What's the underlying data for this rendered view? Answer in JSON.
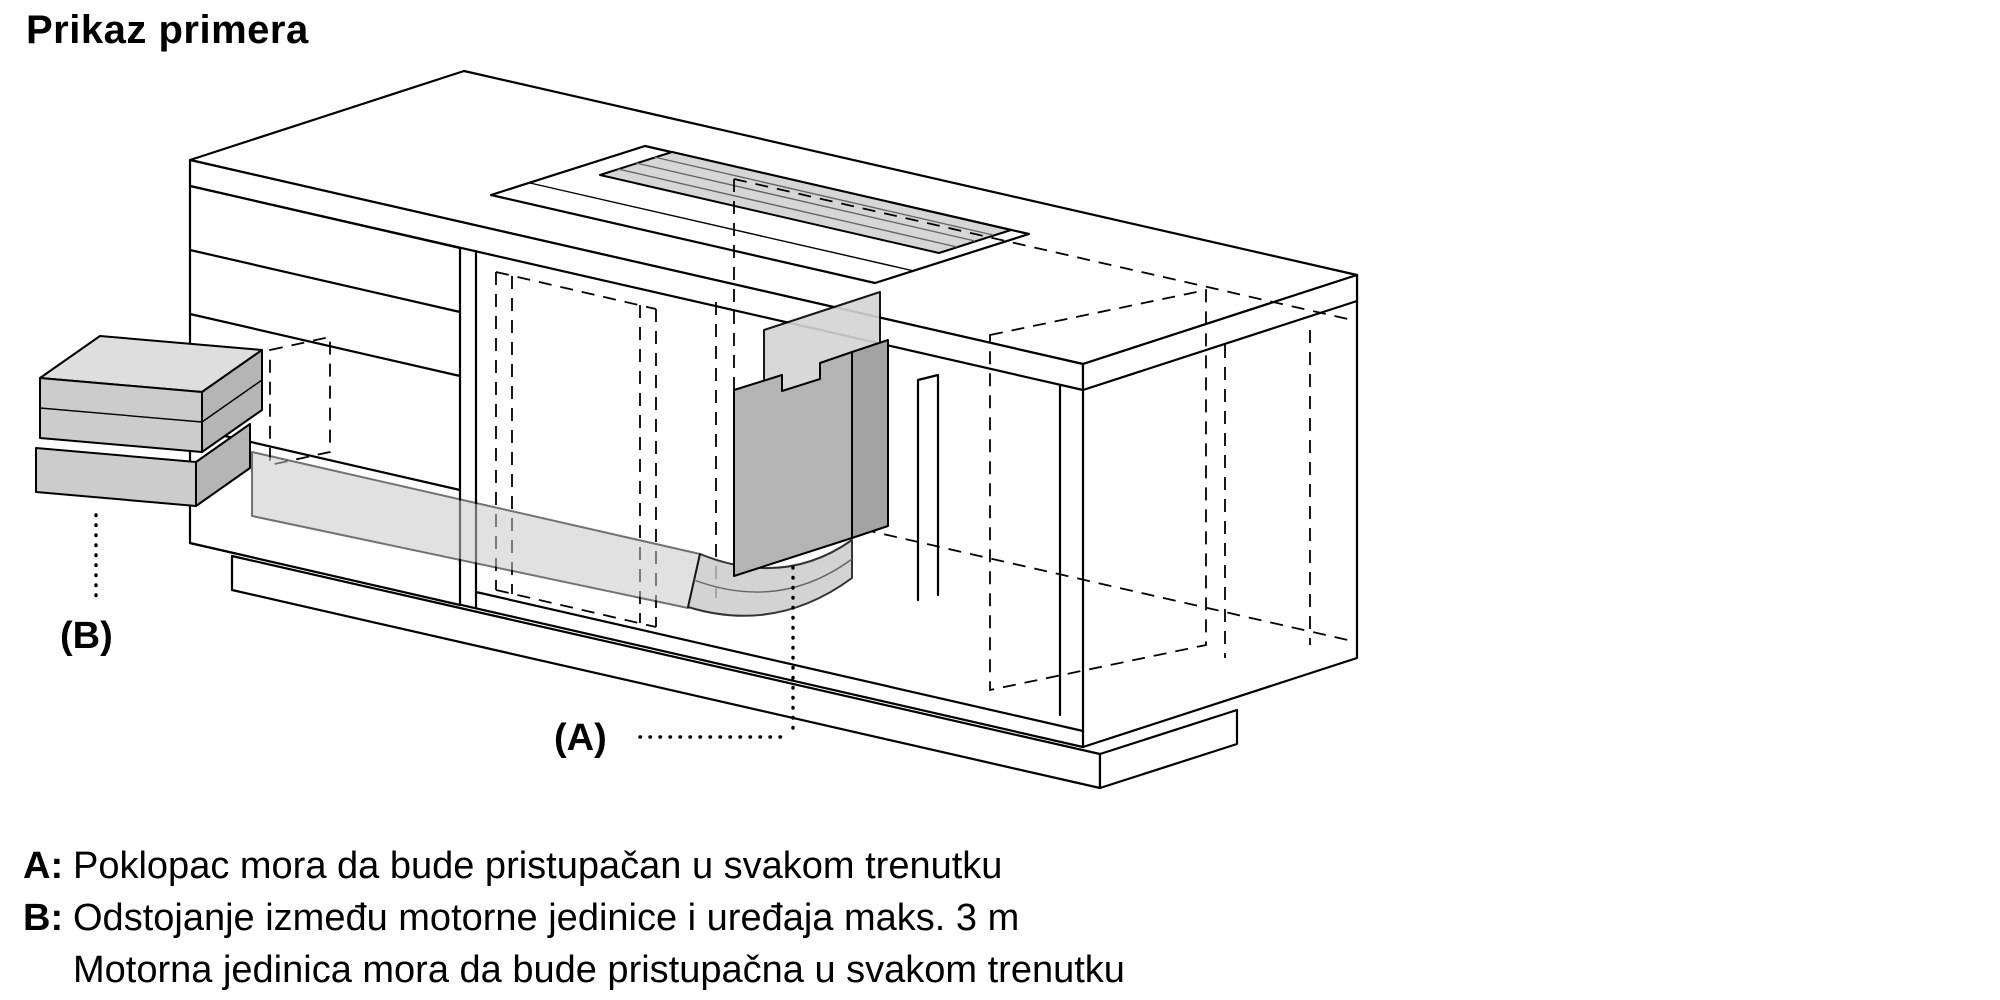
{
  "title": "Prikaz primera",
  "diagram": {
    "label_a": "(A)",
    "label_b": "(B)"
  },
  "colors": {
    "line": "#000000",
    "vent": "#d6d6d6",
    "duct": "#c9c9c9",
    "duct_light": "#d4d4d4",
    "duct_dark": "#b4b4b4",
    "duct_side": "#a3a3a3",
    "motor_top": "#dedede",
    "motor_front": "#cccccc",
    "motor_side": "#b5b5b5"
  },
  "legend": {
    "rows": [
      {
        "key": "A:",
        "text": "Poklopac mora da bude pristupačan u svakom trenutku"
      },
      {
        "key": "B:",
        "text": "Odstojanje između motorne jedinice i uređaja maks. 3 m"
      },
      {
        "key": "",
        "text": "Motorna jedinica mora da bude pristupačna u svakom trenutku"
      }
    ]
  }
}
